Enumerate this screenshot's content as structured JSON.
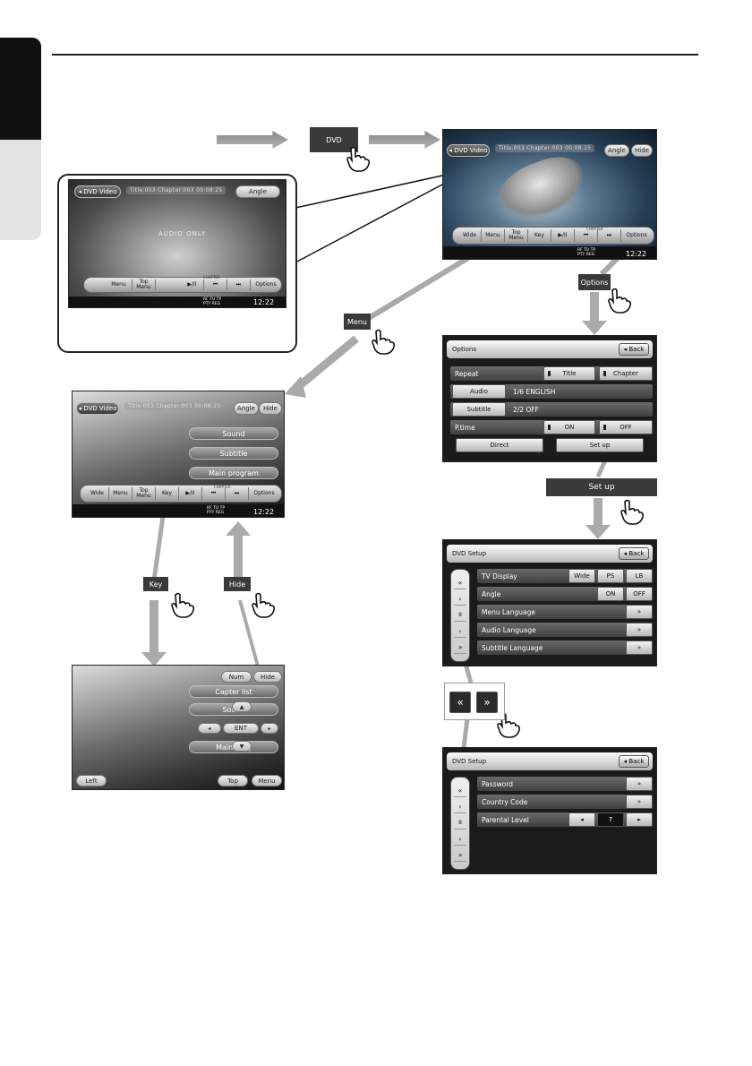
{
  "side_tab": {
    "dark": "",
    "light": ""
  },
  "flow": {
    "dvd_label": "DVD",
    "menu_label": "Menu",
    "options_label": "Options",
    "setup_label": "Set up",
    "key_label": "Key",
    "hide_label": "Hide"
  },
  "screen_main": {
    "source": "◂ DVD Video",
    "info": "Title:003 Chapter:003  00:08:25",
    "angle": "Angle",
    "hide": "Hide",
    "bar": [
      "Wide",
      "Menu",
      "Top Menu",
      "Key",
      "▶/II",
      "⏮",
      "⏭",
      "Options"
    ],
    "chapter": "CHAPTER",
    "rds1": "RF TU TP",
    "rds2": "PTY REG",
    "clock": "12:22"
  },
  "screen_audio": {
    "source": "◂ DVD Video",
    "info": "Title:003 Chapter:003  00:08:25",
    "angle": "Angle",
    "audio_only": "AUDIO ONLY",
    "bar": [
      "Menu",
      "Top Menu",
      "▶/II",
      "⏮",
      "⏭",
      "Options"
    ],
    "chapter": "CHAPTER",
    "rds1": "RF TU TP",
    "rds2": "PTY REG",
    "clock": "12:22"
  },
  "screen_menu": {
    "source": "◂ DVD Video",
    "info": "Title:003 Chapter:003  00:08:25",
    "angle": "Angle",
    "hide": "Hide",
    "items": [
      "Sound",
      "Subtitle",
      "Main program"
    ],
    "bar": [
      "Wide",
      "Menu",
      "Top Menu",
      "Key",
      "▶/II",
      "⏮",
      "⏭",
      "Options"
    ],
    "chapter": "CHAPTER",
    "rds1": "RF TU TP",
    "rds2": "PTY REG",
    "clock": "12:22"
  },
  "screen_key": {
    "num": "Num",
    "hide": "Hide",
    "items": [
      "Capter list",
      "Sound",
      "Main prog"
    ],
    "ent": "ENT",
    "left": "Left",
    "top": "Top",
    "menu": "Menu"
  },
  "options": {
    "title": "Options",
    "back": "◂ Back",
    "repeat": "Repeat",
    "title_opt": "Title",
    "chapter_opt": "Chapter",
    "audio": "Audio",
    "audio_val": "1/6 ENGLISH",
    "subtitle": "Subtitle",
    "subtitle_val": "2/2 OFF",
    "ptime": "P.time",
    "on": "ON",
    "off": "OFF",
    "direct": "Direct",
    "setup": "Set up"
  },
  "setup1": {
    "title": "DVD Setup",
    "back": "◂ Back",
    "side": [
      "«",
      "‹",
      "8",
      "›",
      "»"
    ],
    "rows": [
      "TV Display",
      "Angle",
      "Menu Language",
      "Audio Language",
      "Subtitle Language"
    ],
    "wide": "Wide",
    "ps": "PS",
    "lb": "LB",
    "on": "ON",
    "off": "OFF",
    "more": "»"
  },
  "scroll_buttons": {
    "up": "«",
    "down": "»"
  },
  "setup2": {
    "title": "DVD Setup",
    "back": "◂ Back",
    "side": [
      "«",
      "‹",
      "8",
      "›",
      "»"
    ],
    "rows": [
      "Password",
      "Country Code",
      "Parental Level"
    ],
    "more": "»",
    "level": "7",
    "left": "◂",
    "right": "▸"
  }
}
